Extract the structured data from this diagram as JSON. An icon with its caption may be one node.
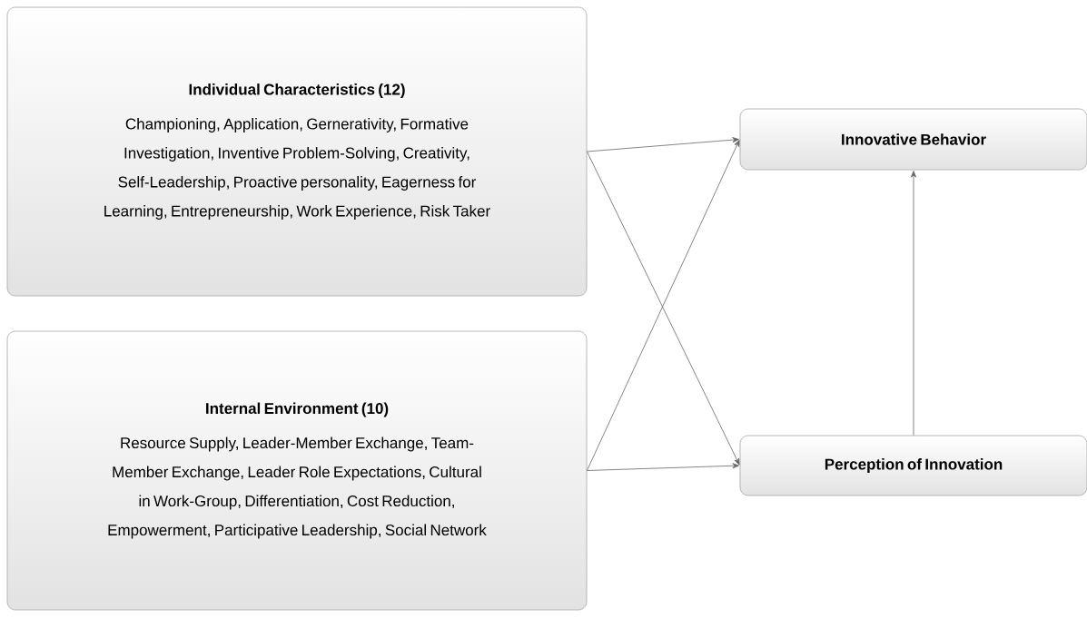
{
  "diagram": {
    "nodes": [
      {
        "text": [
          "Individual Characteristics (12)",
          "Championing, Application, Gernerativity, Formative Investigation, Inventive Problem-Solving, Creativity, Self-Leadership, Proactive personality, Eagerness for Learning, Entrepreneurship, Work Experience, Risk Taker"
        ]
      },
      {
        "text": [
          "Internal Environment (10)",
          "Resource Supply, Leader-Member Exchange, Team-Member Exchange, Leader Role Expectations, Cultural in Work-Group, Differentiation, Cost Reduction, Empowerment, Participative Leadership, Social Network"
        ]
      },
      {
        "text": [
          "Innovative Behavior"
        ]
      },
      {
        "text": [
          "Perception of Innovation"
        ]
      }
    ],
    "edges": [
      {
        "from": 0,
        "to": 2,
        "arrow": "to"
      },
      {
        "from": 0,
        "to": 3,
        "arrow": "to"
      },
      {
        "from": 1,
        "to": 2,
        "arrow": "to"
      },
      {
        "from": 1,
        "to": 3,
        "arrow": "to"
      },
      {
        "from": 3,
        "to": 2,
        "arrow": "to"
      }
    ]
  }
}
